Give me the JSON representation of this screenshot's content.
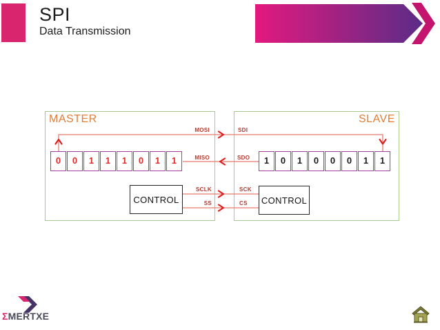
{
  "header": {
    "title": "SPI",
    "subtitle": "Data Transmission"
  },
  "diagram": {
    "master": {
      "label": "MASTER",
      "register_bits": [
        "0",
        "0",
        "1",
        "1",
        "1",
        "0",
        "1",
        "1"
      ],
      "control_label": "CONTROL",
      "signals": {
        "mosi": "MOSI",
        "miso": "MISO",
        "sclk": "SCLK",
        "ss": "SS"
      }
    },
    "slave": {
      "label": "SLAVE",
      "register_bits": [
        "1",
        "0",
        "1",
        "0",
        "0",
        "0",
        "1",
        "1"
      ],
      "control_label": "CONTROL",
      "signals": {
        "sdi": "SDI",
        "sdo": "SDO",
        "sck": "SCK",
        "cs": "CS"
      }
    }
  },
  "footer": {
    "logo_sigma": "Σ",
    "logo_text": "MERTXE"
  },
  "icons": {
    "banner_arrow": "chevron-banner-icon",
    "logo_arrow": "double-chevron-icon",
    "home": "house-icon",
    "shift_out": "up-arrow-icon",
    "shift_in": "down-arrow-icon",
    "mosi_dir": "right-arrow-icon",
    "miso_dir": "left-arrow-icon"
  },
  "colors": {
    "accent_magenta": "#D9256E",
    "banner_gradient_start": "#E3197E",
    "banner_gradient_end": "#5B2C87",
    "box_border_green": "#A6C98F",
    "register_border_purple": "#A53AA0",
    "master_bit_red": "#E02B2B",
    "slave_bit_black": "#1A1A1A",
    "wire_salmon": "#E8796B",
    "arrow_red": "#DF1F1F",
    "device_label_orange": "#E07E38",
    "signal_label_red": "#B5392F",
    "logo_purple": "#463366",
    "home_olive": "#A3A352"
  }
}
